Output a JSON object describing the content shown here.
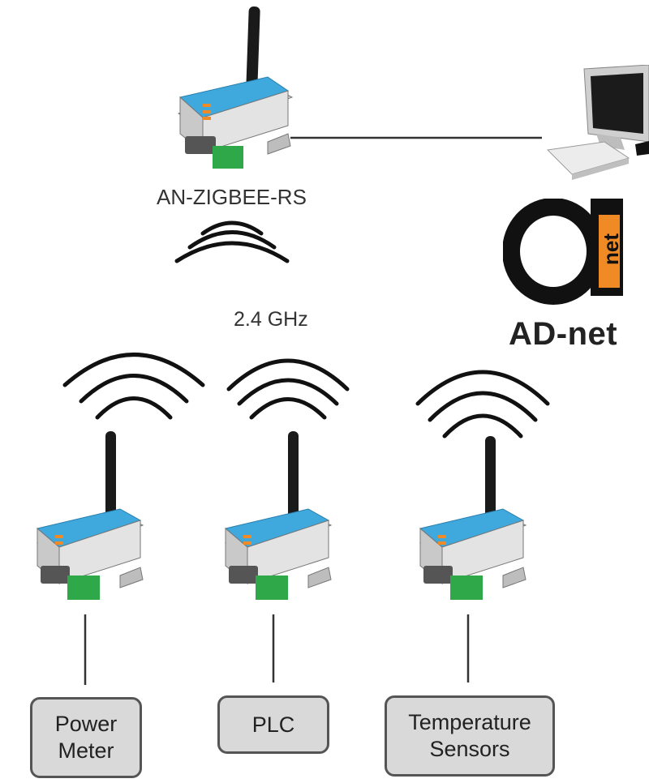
{
  "gateway": {
    "label": "AN-ZIGBEE-RS",
    "frequency": "2.4 GHz"
  },
  "brand": {
    "logo_text": "net",
    "name": "AD-net",
    "accent": "#f08a24"
  },
  "devices": [
    {
      "label": "Power\nMeter"
    },
    {
      "label": "PLC"
    },
    {
      "label": "Temperature\nSensors"
    }
  ],
  "colors": {
    "device_blue": "#3fa8dc",
    "terminal_green": "#2fa84a",
    "box_fill": "#d9d9d9"
  }
}
